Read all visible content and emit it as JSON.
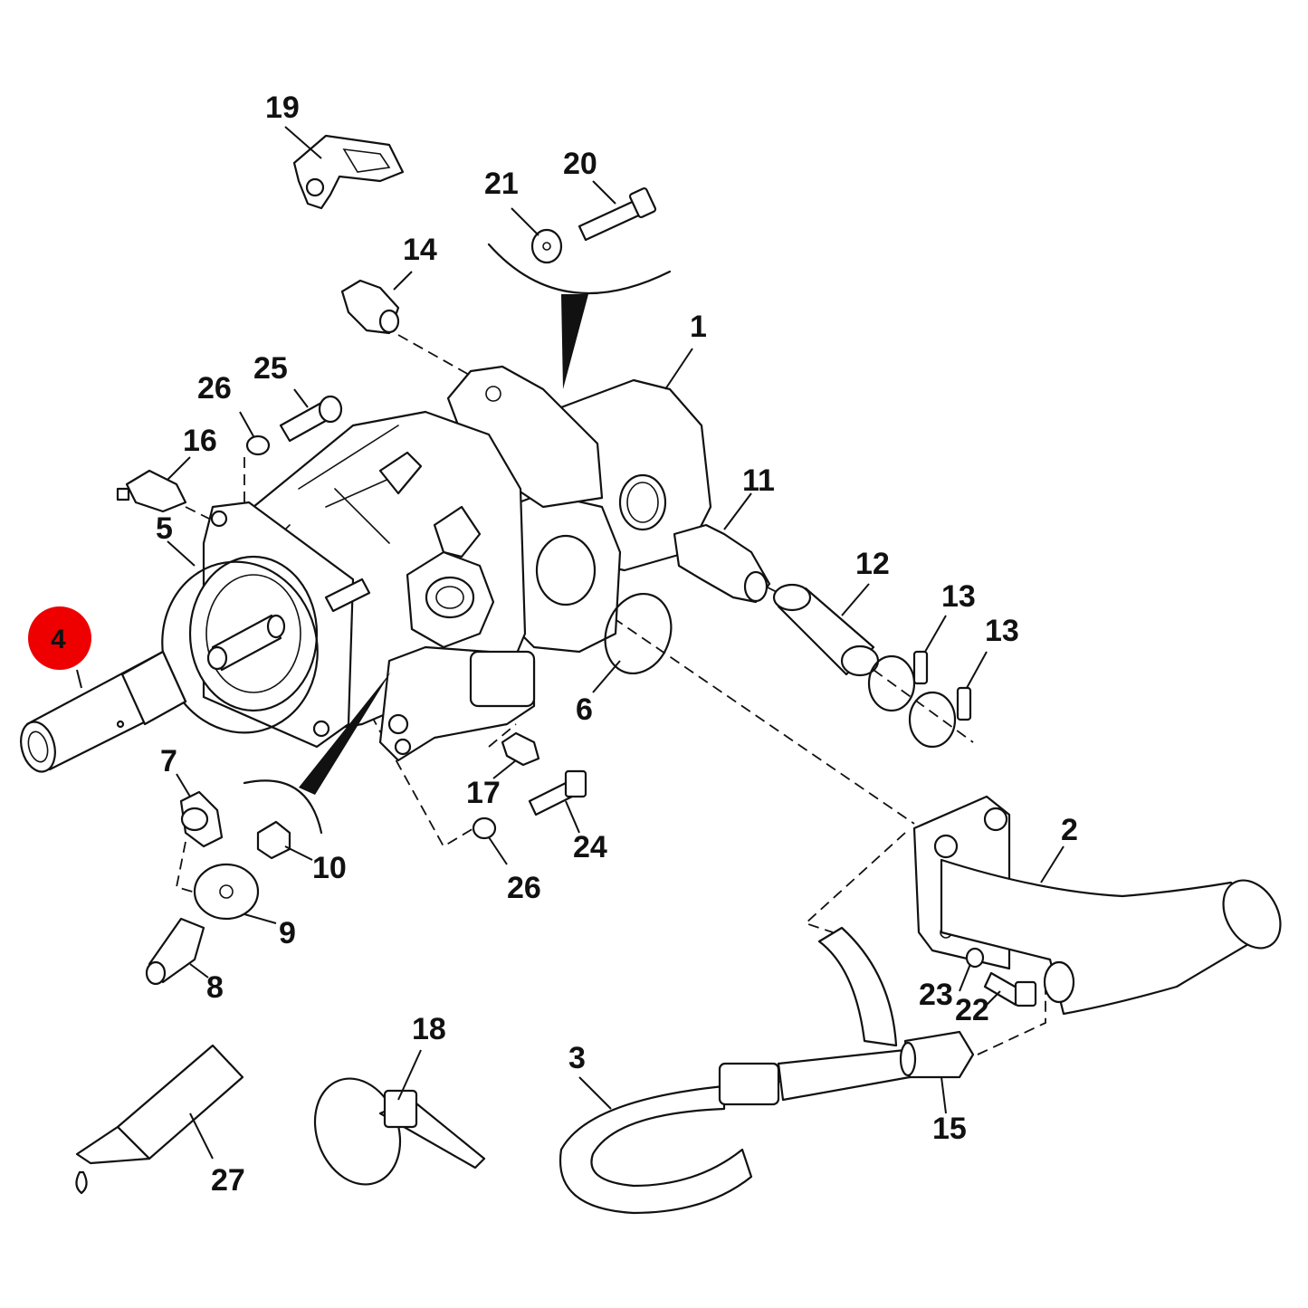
{
  "highlight_color": "#ee0000",
  "highlighted_part": "4",
  "callouts": {
    "c1": "1",
    "c2": "2",
    "c3": "3",
    "c4": "4",
    "c5": "5",
    "c6": "6",
    "c7": "7",
    "c8": "8",
    "c9": "9",
    "c10": "10",
    "c11": "11",
    "c12": "12",
    "c13a": "13",
    "c13b": "13",
    "c14": "14",
    "c15": "15",
    "c16": "16",
    "c17": "17",
    "c18": "18",
    "c19": "19",
    "c20": "20",
    "c21": "21",
    "c22": "22",
    "c23": "23",
    "c24": "24",
    "c25": "25",
    "c26a": "26",
    "c26b": "26",
    "c27": "27"
  }
}
